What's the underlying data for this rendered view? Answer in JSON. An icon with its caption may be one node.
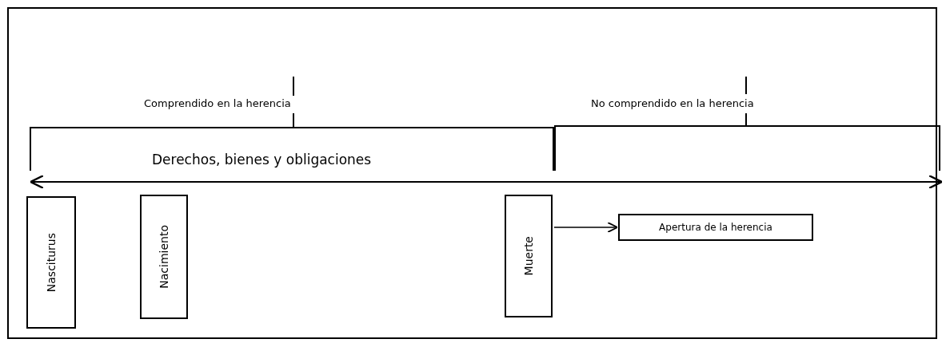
{
  "diagram": {
    "nodes": [
      {
        "text": [
          "Nasciturus"
        ]
      },
      {
        "text": [
          "Nacimiento"
        ]
      },
      {
        "text": [
          "Muerte"
        ]
      },
      {
        "text": [
          "Apertura de la herencia"
        ]
      }
    ],
    "edges": [
      {
        "from": 2,
        "to": 3,
        "arrow": "to"
      }
    ],
    "labels": [
      "Comprendido en la herencia",
      "No comprendido en la herencia",
      "Derechos, bienes y obligaciones"
    ]
  }
}
